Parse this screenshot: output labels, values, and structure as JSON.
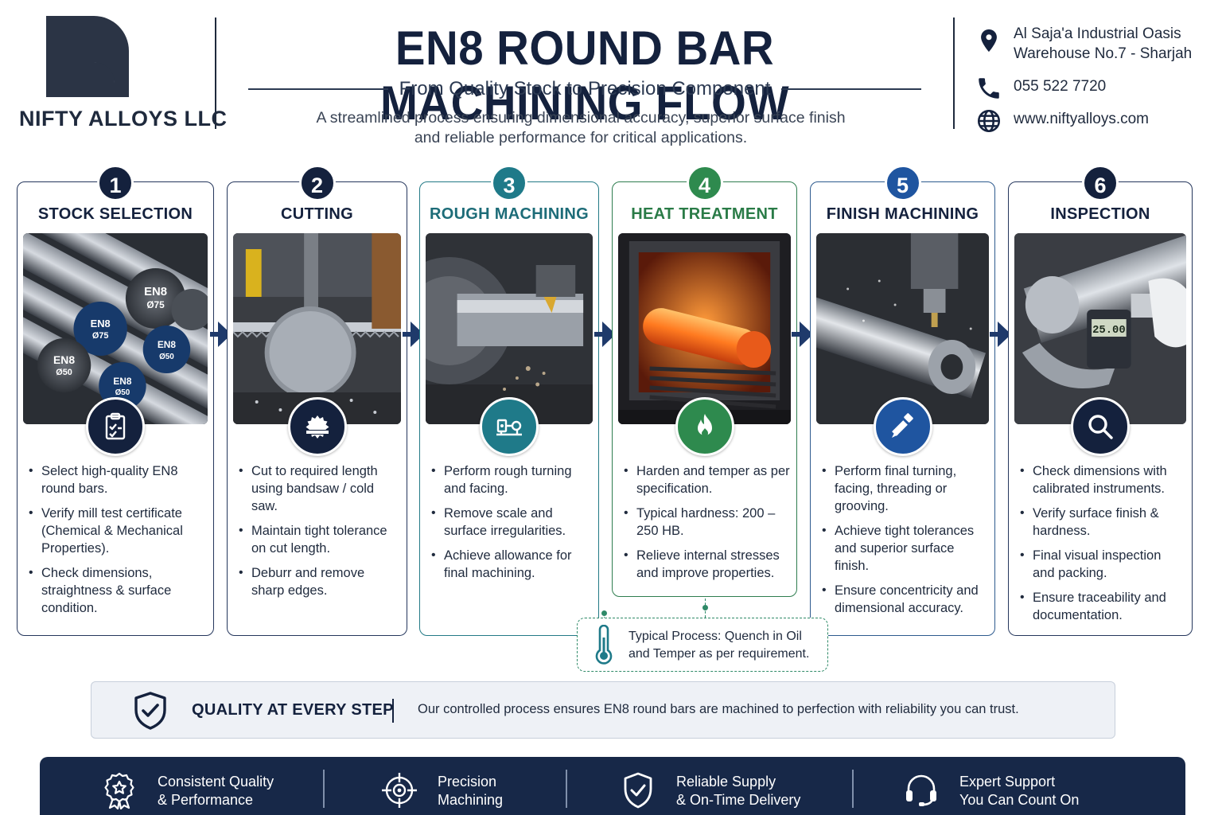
{
  "header": {
    "company": "NIFTY ALLOYS LLC",
    "title": "EN8 ROUND BAR MACHINING FLOW",
    "subtitle": "From Quality Stock to Precision Component",
    "description_line1": "A streamlined process ensuring dimensional accuracy, superior surface finish",
    "description_line2": "and reliable performance for critical applications."
  },
  "contact": {
    "address_line1": "Al Saja'a Industrial Oasis",
    "address_line2": "Warehouse No.7 - Sharjah",
    "phone": "055 522 7720",
    "website": "www.niftyalloys.com"
  },
  "steps": [
    {
      "number": "1",
      "title": "STOCK SELECTION",
      "icon": "clipboard-check-icon",
      "bullets": [
        "Select high-quality EN8 round bars.",
        "Verify mill test certificate (Chemical & Mechanical Properties).",
        "Check dimensions, straightness & surface condition."
      ],
      "bar_labels": [
        {
          "grade": "EN8",
          "size": "Ø75"
        },
        {
          "grade": "EN8",
          "size": "Ø75"
        },
        {
          "grade": "EN8",
          "size": "Ø50"
        },
        {
          "grade": "EN8",
          "size": "Ø50"
        },
        {
          "grade": "EN8",
          "size": "Ø50"
        }
      ]
    },
    {
      "number": "2",
      "title": "CUTTING",
      "icon": "saw-blade-icon",
      "bullets": [
        "Cut to required length using bandsaw / cold saw.",
        "Maintain tight tolerance on cut length.",
        "Deburr and remove sharp edges."
      ]
    },
    {
      "number": "3",
      "title": "ROUGH MACHINING",
      "icon": "lathe-icon",
      "bullets": [
        "Perform rough turning and facing.",
        "Remove scale and surface irregularities.",
        "Achieve allowance for final machining."
      ]
    },
    {
      "number": "4",
      "title": "HEAT TREATMENT",
      "icon": "flame-icon",
      "bullets": [
        "Harden and temper as per specification.",
        "Typical hardness: 200 – 250 HB.",
        "Relieve internal stresses and improve properties."
      ]
    },
    {
      "number": "5",
      "title": "FINISH MACHINING",
      "icon": "cutting-tool-icon",
      "bullets": [
        "Perform final turning, facing, threading or grooving.",
        "Achieve tight tolerances and superior surface finish.",
        "Ensure concentricity and dimensional accuracy."
      ]
    },
    {
      "number": "6",
      "title": "INSPECTION",
      "icon": "magnifier-icon",
      "bullets": [
        "Check dimensions with calibrated instruments.",
        "Verify surface finish & hardness.",
        "Final visual inspection and packing.",
        "Ensure traceability and documentation."
      ],
      "gauge_reading": "25.00"
    }
  ],
  "note": {
    "line1": "Typical Process: Quench in Oil",
    "line2": "and Temper as per requirement."
  },
  "quality": {
    "title": "QUALITY AT EVERY STEP",
    "text": "Our controlled process ensures EN8 round bars are machined to perfection with reliability you can trust."
  },
  "footer": [
    {
      "line1": "Consistent Quality",
      "line2": "& Performance",
      "icon": "award-badge-icon"
    },
    {
      "line1": "Precision",
      "line2": "Machining",
      "icon": "crosshair-icon"
    },
    {
      "line1": "Reliable Supply",
      "line2": "& On-Time Delivery",
      "icon": "shield-check-icon"
    },
    {
      "line1": "Expert Support",
      "line2": "You Can Count On",
      "icon": "headset-icon"
    }
  ],
  "colors": {
    "navy": "#14213d",
    "teal": "#1f7a89",
    "green": "#2e8a4e",
    "blue": "#1f55a0",
    "footer": "#172848"
  }
}
